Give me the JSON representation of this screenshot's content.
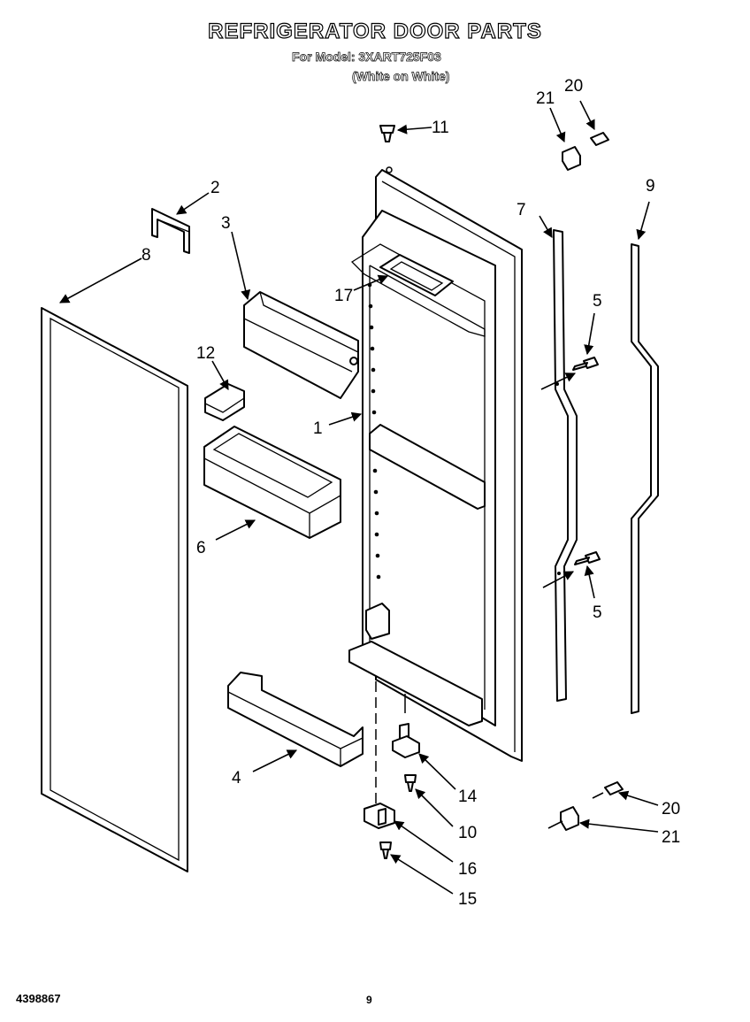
{
  "header": {
    "title": "REFRIGERATOR DOOR PARTS",
    "model_line": "For Model: 3XART725F03",
    "finish_line": "(White on White)"
  },
  "footer": {
    "doc_number": "4398867",
    "page_number": "9"
  },
  "callouts": {
    "c1": "1",
    "c2": "2",
    "c3": "3",
    "c4": "4",
    "c5a": "5",
    "c5b": "5",
    "c6": "6",
    "c7": "7",
    "c8": "8",
    "c9": "9",
    "c10": "10",
    "c11": "11",
    "c12": "12",
    "c14": "14",
    "c15": "15",
    "c16": "16",
    "c17": "17",
    "c20a": "20",
    "c20b": "20",
    "c21a": "21",
    "c21b": "21"
  }
}
